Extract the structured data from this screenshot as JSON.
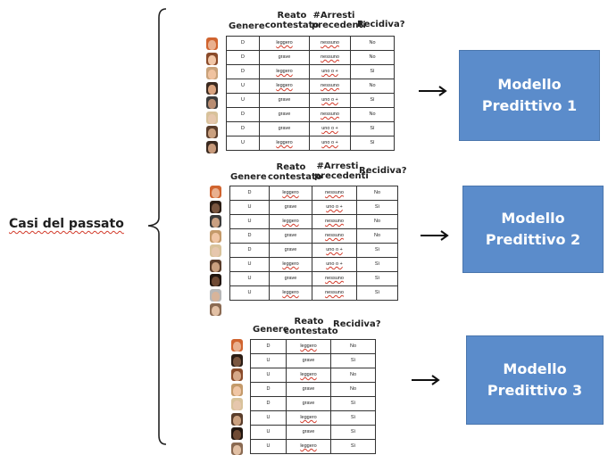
{
  "side_label": "Casi del passato",
  "blocks": [
    {
      "headers": {
        "genere": "Genere",
        "reato": "Reato contestato",
        "arresti": "#Arresti precedenti",
        "recidiva": "Recidiva?"
      },
      "rows": [
        [
          "D",
          "leggero",
          "nessuno",
          "No"
        ],
        [
          "D",
          "grave",
          "nessuno",
          "No"
        ],
        [
          "D",
          "leggero",
          "uno o +",
          "Sì"
        ],
        [
          "U",
          "leggero",
          "nessuno",
          "No"
        ],
        [
          "U",
          "grave",
          "uno o +",
          "Sì"
        ],
        [
          "D",
          "grave",
          "nessuno",
          "No"
        ],
        [
          "D",
          "grave",
          "uno o +",
          "Sì"
        ],
        [
          "U",
          "leggero",
          "uno o +",
          "Sì"
        ]
      ],
      "model": [
        "Modello",
        "Predittivo 1"
      ]
    },
    {
      "headers": {
        "genere": "Genere",
        "reato": "Reato contestato",
        "arresti": "#Arresti precedenti",
        "recidiva": "Recidiva?"
      },
      "rows": [
        [
          "D",
          "leggero",
          "nessuno",
          "No"
        ],
        [
          "U",
          "grave",
          "uno o +",
          "Sì"
        ],
        [
          "U",
          "leggero",
          "nessuno",
          "No"
        ],
        [
          "D",
          "grave",
          "nessuno",
          "No"
        ],
        [
          "D",
          "grave",
          "uno o +",
          "Sì"
        ],
        [
          "U",
          "leggero",
          "uno o +",
          "Sì"
        ],
        [
          "U",
          "grave",
          "nessuno",
          "Sì"
        ],
        [
          "U",
          "leggero",
          "nessuno",
          "Sì"
        ]
      ],
      "model": [
        "Modello",
        "Predittivo 2"
      ]
    },
    {
      "headers": {
        "genere": "Genere",
        "reato": "Reato contestato",
        "recidiva": "Recidiva?"
      },
      "rows": [
        [
          "D",
          "leggero",
          "No"
        ],
        [
          "U",
          "grave",
          "Sì"
        ],
        [
          "U",
          "leggero",
          "No"
        ],
        [
          "D",
          "grave",
          "No"
        ],
        [
          "D",
          "grave",
          "Sì"
        ],
        [
          "U",
          "leggero",
          "Sì"
        ],
        [
          "U",
          "grave",
          "Sì"
        ],
        [
          "U",
          "leggero",
          "Sì"
        ]
      ],
      "model": [
        "Modello",
        "Predittivo 3"
      ]
    }
  ],
  "colors": {
    "model_fill": "#5b8ccb",
    "squiggle": "#d23a2a"
  }
}
